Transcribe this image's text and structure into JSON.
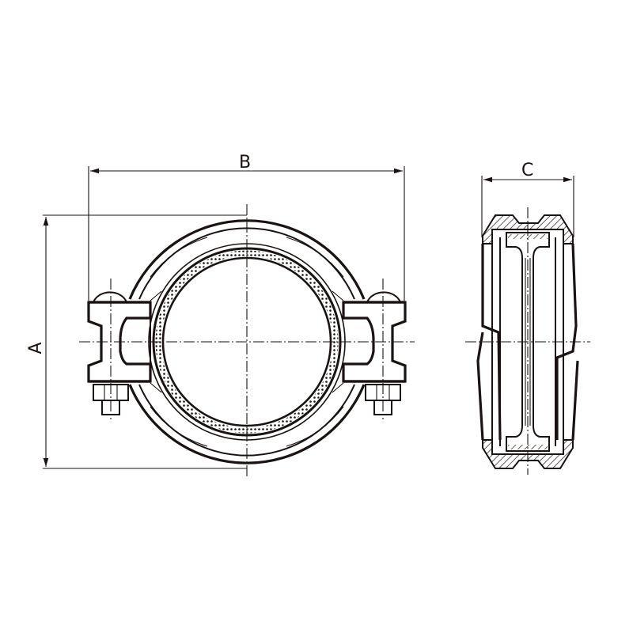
{
  "drawing": {
    "subject": "Grooved pipe coupling technical drawing",
    "views": [
      "front-view",
      "side-section-view"
    ],
    "dimensions": {
      "A": {
        "label": "A",
        "orientation": "vertical"
      },
      "B": {
        "label": "B",
        "orientation": "horizontal"
      },
      "C": {
        "label": "C",
        "orientation": "horizontal"
      }
    },
    "colors": {
      "line": "#1a1311",
      "background": "#ffffff"
    }
  }
}
